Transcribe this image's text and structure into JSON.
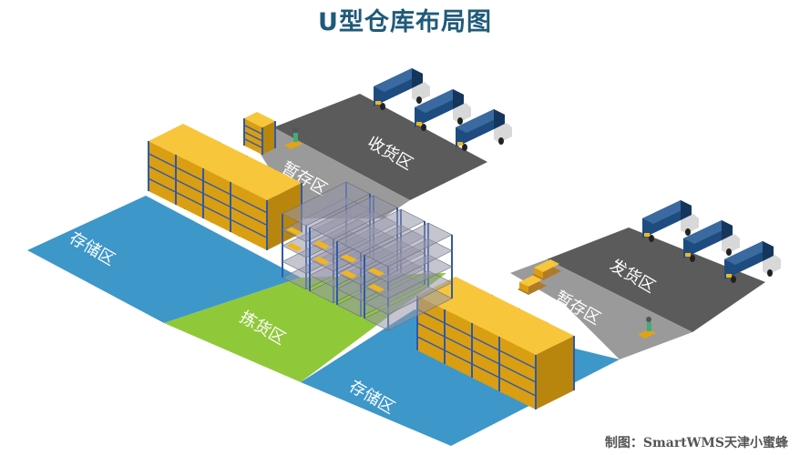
{
  "title": "U型仓库布局图",
  "credit": "制图：SmartWMS天津小蜜蜂",
  "zones": {
    "receiving": "收货区",
    "staging_in": "暂存区",
    "storage_left": "存储区",
    "picking": "拣货区",
    "storage_bottom": "存储区",
    "staging_out": "暂存区",
    "shipping": "发货区"
  },
  "colors": {
    "storage": "#3d97c9",
    "picking": "#8fc93a",
    "dock": "#5b5b5b",
    "staging": "#9a9a9a",
    "rack_post": "#2f59a8",
    "box": "#f2b51b",
    "truck_cab": "#1e4c80"
  }
}
